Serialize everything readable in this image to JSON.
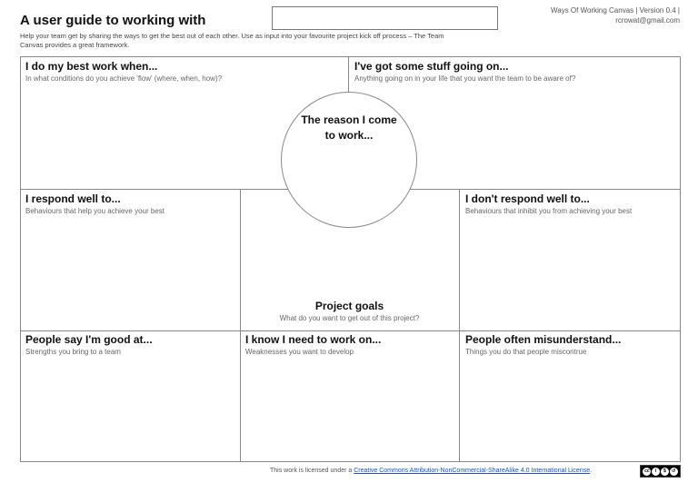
{
  "header": {
    "title": "A user guide to working with",
    "subtitle": "Help your team get by sharing the ways to get the best out of each other. Use as input into your favourite project kick off process – The Team Canvas provides a great framework.",
    "meta_line1": "Ways Of Working Canvas | Version 0.4 |",
    "meta_line2": "rcrowat@gmail.com"
  },
  "sections": {
    "best_work": {
      "title": "I do my best work when...",
      "subtitle": "In what conditions do you achieve 'flow' (where, when, how)?"
    },
    "stuff_going_on": {
      "title": "I've got some stuff going on...",
      "subtitle": "Anything going on in your life that you want the team to be aware of?"
    },
    "reason": {
      "title_line1": "The reason I come",
      "title_line2": "to work..."
    },
    "respond_well": {
      "title": "I respond well to...",
      "subtitle": "Behaviours that help you achieve your best"
    },
    "dont_respond": {
      "title": "I don't respond well to...",
      "subtitle": "Behaviours that inhibit you from achieving your best"
    },
    "project_goals": {
      "title": "Project goals",
      "subtitle": "What do you want to get out of this project?"
    },
    "good_at": {
      "title": "People say I'm good at...",
      "subtitle": "Strengths you bring to a team"
    },
    "work_on": {
      "title": "I know I need to work on...",
      "subtitle": "Weaknesses you want to develop"
    },
    "misunderstand": {
      "title": "People often misunderstand...",
      "subtitle": "Things you do that people miscontrue"
    }
  },
  "footer": {
    "prefix": "This work is licensed under a ",
    "link": "Creative Commons Attribution-NonCommercial-ShareAlike 4.0 International License",
    "suffix": ".",
    "badge_label": "CC BY NC SA"
  }
}
